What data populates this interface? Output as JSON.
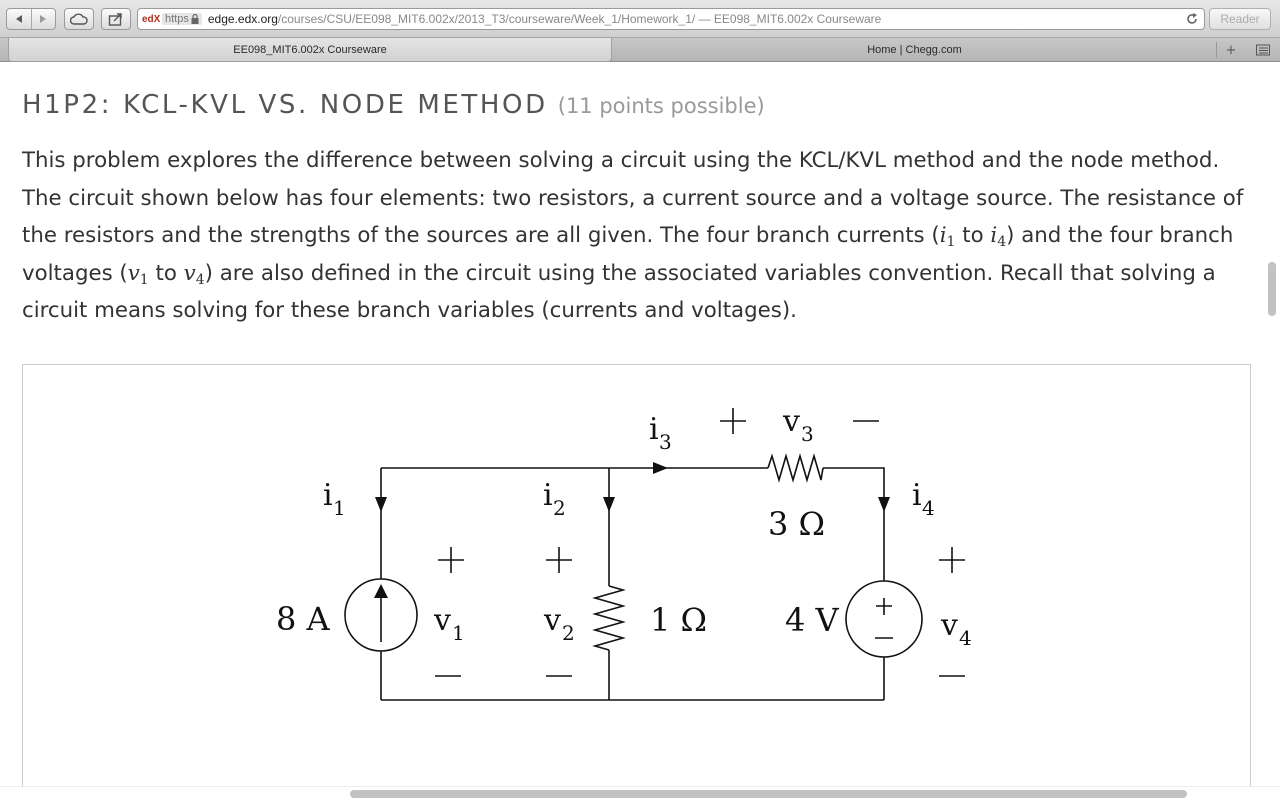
{
  "browser": {
    "address": {
      "favicon_text": "edX",
      "https_label": "https",
      "url_host": "edge.edx.org",
      "url_path": "/courses/CSU/EE098_MIT6.002x/2013_T3/courseware/Week_1/Homework_1/ — EE098_MIT6.002x Courseware"
    },
    "reader_label": "Reader",
    "tabs": [
      {
        "label": "EE098_MIT6.002x Courseware"
      },
      {
        "label": "Home | Chegg.com"
      }
    ],
    "newtab_label": "+"
  },
  "problem": {
    "title": "H1P2: KCL-KVL VS. NODE METHOD",
    "points": "(11 points possible)",
    "intro": {
      "p1": "This problem explores the difference between solving a circuit using the KCL/KVL method and the node method. The circuit shown below has four elements: two resistors, a current source and a voltage source. The resistance of the resistors and the strengths of the sources are all given. The four branch currents (",
      "i_var": "i",
      "i_start_sub": "1",
      "to1": " to ",
      "i_end_sub": "4",
      "p2": ") and the four branch voltages (",
      "v_var": "v",
      "v_start_sub": "1",
      "to2": " to ",
      "v_end_sub": "4",
      "p3": ") are also defined in the circuit using the associated variables convention. Recall that solving a circuit means solving for these branch variables (currents and voltages)."
    }
  },
  "circuit": {
    "current_source": "8 A",
    "resistor_1": "1 Ω",
    "resistor_3": "3 Ω",
    "voltage_source": "4 V",
    "source_plus": "+",
    "source_minus": "−",
    "plus": "+",
    "minus": "—",
    "i_letter": "i",
    "v_letter": "v",
    "sub_1": "1",
    "sub_2": "2",
    "sub_3": "3",
    "sub_4": "4"
  }
}
